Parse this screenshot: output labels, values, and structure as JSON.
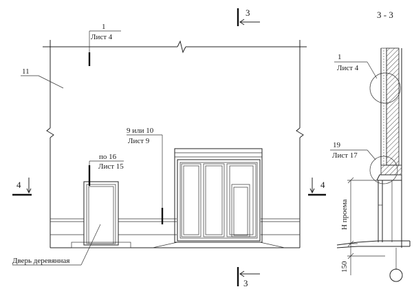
{
  "labels": {
    "section_top": "3",
    "section_bottom": "3",
    "section_left": "4",
    "section_right": "4",
    "section_title": "3 - 3",
    "ref_wall": "11",
    "callout1_num": "1",
    "callout1_sheet": "Лист 4",
    "callout_window_num": "9 или 10",
    "callout_window_sheet": "Лист 9",
    "callout_door_num": "по 16",
    "callout_door_sheet": "Лист 15",
    "door_caption": "Дверь деревянная",
    "section_callout1_num": "1",
    "section_callout1_sheet": "Лист 4",
    "section_callout2_num": "19",
    "section_callout2_sheet": "Лист 17",
    "dim_opening": "Н проема",
    "dim_150": "150"
  }
}
